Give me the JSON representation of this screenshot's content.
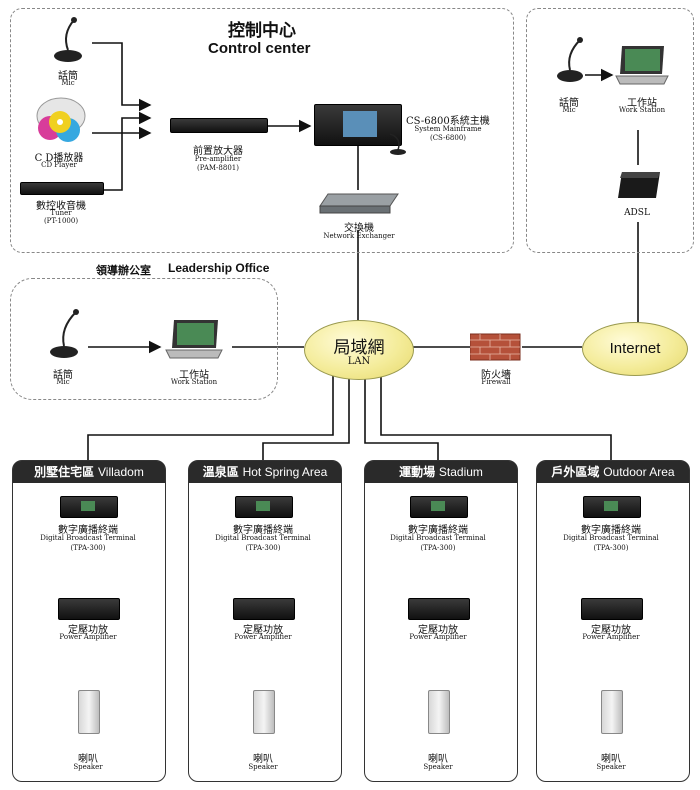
{
  "control_center": {
    "title_cn": "控制中心",
    "title_en": "Control center"
  },
  "leadership_office": {
    "title_cn": "領導辦公室",
    "title_en": "Leadership Office"
  },
  "devices": {
    "mic": {
      "cn": "話筒",
      "en": "Mic"
    },
    "cd_player": {
      "cn": "C D播放器",
      "en": "CD Player"
    },
    "tuner": {
      "cn": "數控收音機",
      "en": "Tuner",
      "model": "(PT-1000)"
    },
    "preamp": {
      "cn": "前置放大器",
      "en": "Pre-amplifier",
      "model": "(PAM-8801)"
    },
    "mainframe": {
      "cn": "CS-6800系統主機",
      "en": "System Mainframe",
      "model": "(CS-6800)"
    },
    "exchanger": {
      "cn": "交換機",
      "en": "Network Exchanger"
    },
    "workstation": {
      "cn": "工作站",
      "en": "Work Station"
    },
    "adsl": {
      "label": "ADSL"
    },
    "firewall": {
      "cn": "防火墻",
      "en": "Firewall"
    },
    "lan": {
      "cn": "局域網",
      "en": "LAN"
    },
    "internet": {
      "label": "Internet"
    }
  },
  "zones": [
    {
      "cn": "別墅住宅區",
      "en": "Villadom"
    },
    {
      "cn": "溫泉區",
      "en": "Hot Spring Area"
    },
    {
      "cn": "運動場",
      "en": "Stadium"
    },
    {
      "cn": "戶外區域",
      "en": "Outdoor Area"
    }
  ],
  "zone_devices": {
    "terminal_cn": "數字廣播終端",
    "terminal_en": "Digital  Broadcast Terminal",
    "terminal_model": "(TPA-300)",
    "amp_cn": "定壓功放",
    "amp_en": "Power Amplifier",
    "speaker_cn": "喇叭",
    "speaker_en": "Speaker"
  },
  "colors": {
    "lan_fill": "#f4ec9a",
    "zone_header": "#2a2a2a",
    "firewall": "#b5513a"
  }
}
